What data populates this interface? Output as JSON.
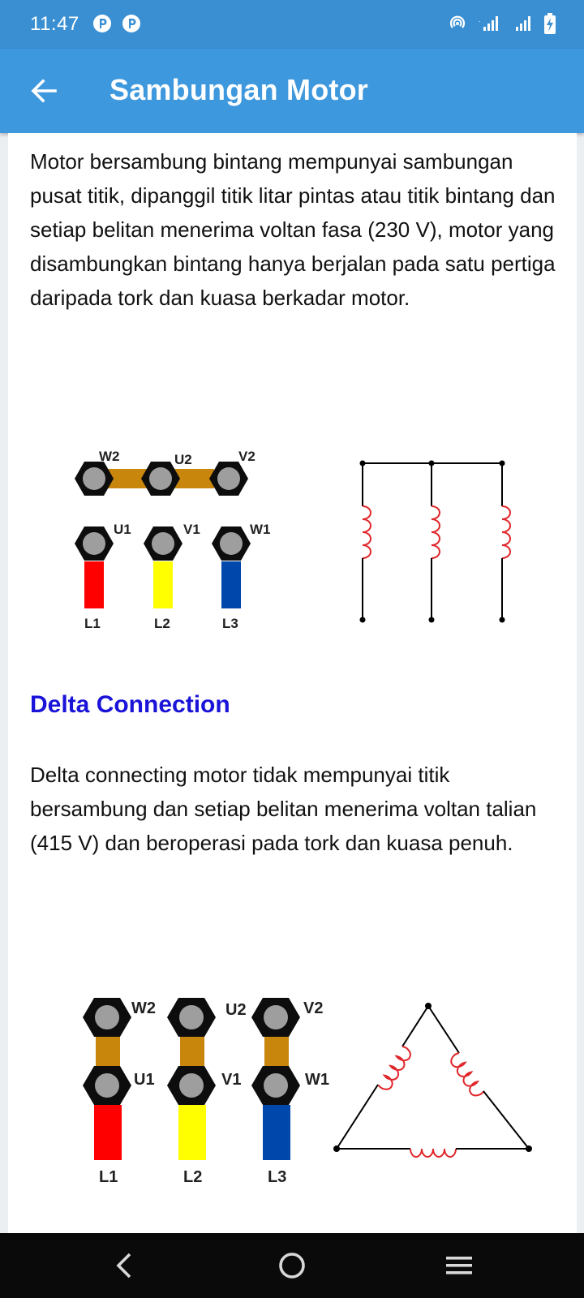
{
  "status_bar": {
    "time": "11:47",
    "left_icons": [
      "app-notification-icon",
      "app-notification-icon"
    ],
    "right_icons": [
      "hotspot-icon",
      "signal-icon",
      "signal-icon",
      "battery-charging-icon"
    ]
  },
  "app_bar": {
    "title": "Sambungan Motor",
    "back_icon": "arrow-left-icon"
  },
  "content": {
    "paragraph_star": "Motor bersambung bintang mempunyai sambungan pusat titik, dipanggil titik litar pintas atau titik bintang dan setiap belitan menerima voltan fasa (230 V), motor yang disambungkan bintang hanya berjalan pada satu pertiga daripada tork dan kuasa berkadar motor.",
    "star_diagram": {
      "terminals_top": [
        "W2",
        "U2",
        "V2"
      ],
      "terminals_bottom": [
        "U1",
        "V1",
        "W1"
      ],
      "lines": [
        "L1",
        "L2",
        "L3"
      ],
      "line_colors": [
        "#ff0000",
        "#ffff00",
        "#0047ab"
      ],
      "link_color": "#c8860d"
    },
    "delta_heading": "Delta Connection",
    "paragraph_delta": "Delta connecting motor tidak mempunyai titik bersambung dan setiap belitan menerima voltan talian (415 V) dan beroperasi pada tork dan kuasa penuh.",
    "delta_diagram": {
      "terminals_top": [
        "W2",
        "U2",
        "V2"
      ],
      "terminals_bottom": [
        "U1",
        "V1",
        "W1"
      ],
      "lines": [
        "L1",
        "L2",
        "L3"
      ]
    }
  },
  "nav_bar": {
    "buttons": [
      "back-nav-icon",
      "home-nav-icon",
      "recents-nav-icon"
    ]
  },
  "colors": {
    "app_bar": "#3d98dd",
    "status_bar": "#3a8fd3",
    "heading": "#1a13d8",
    "coil": "#e0262a"
  }
}
